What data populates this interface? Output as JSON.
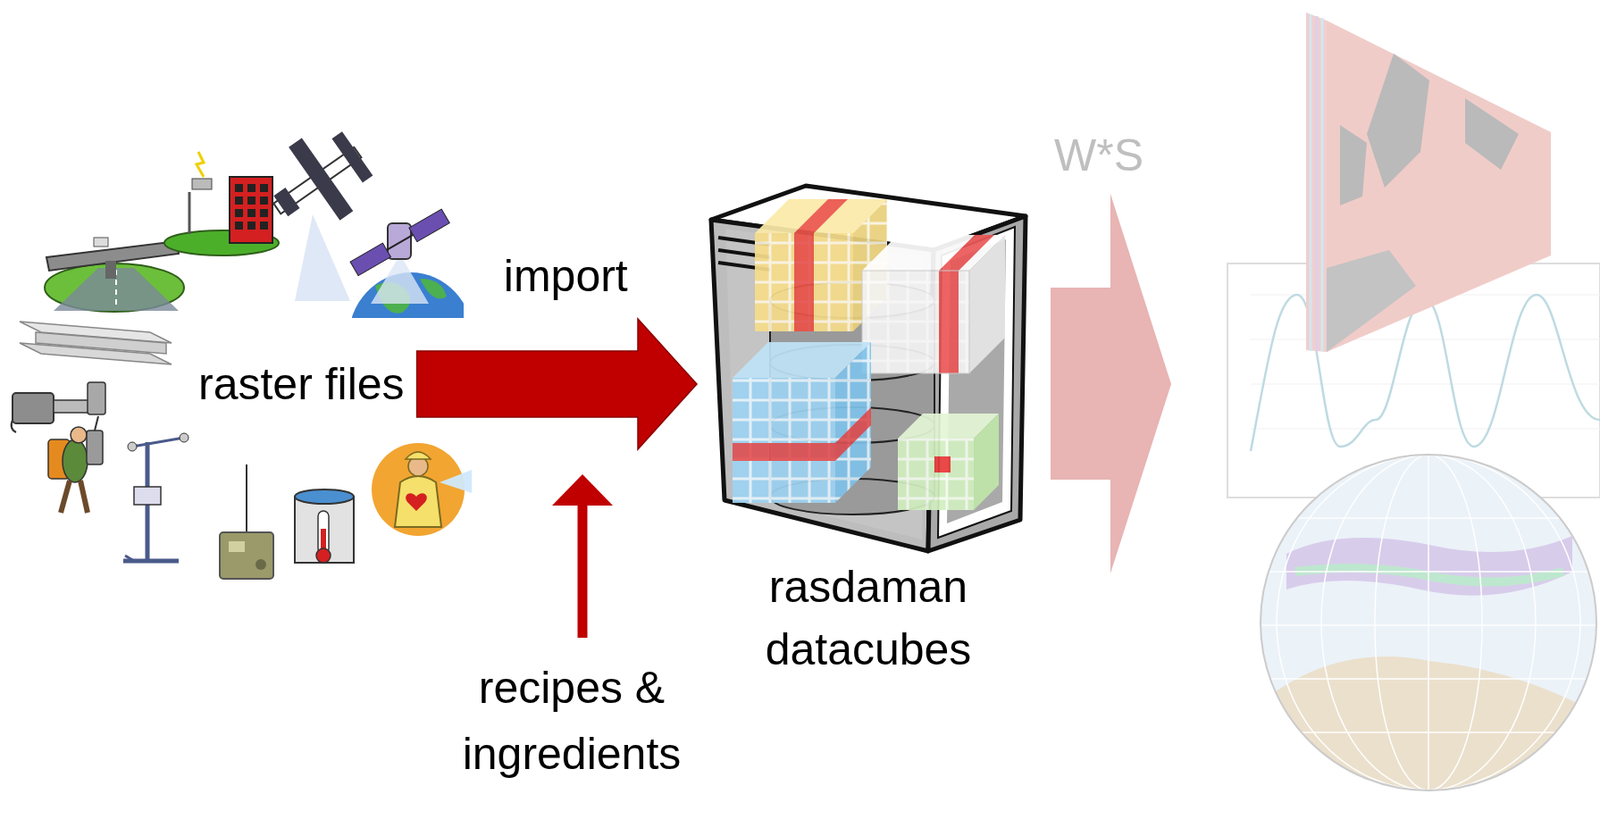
{
  "diagram": {
    "nodes": [
      {
        "text": [
          "raster files"
        ]
      },
      {
        "text": [
          "rasdaman datacubes"
        ]
      }
    ],
    "edges": [
      {
        "from": 0,
        "to": 1,
        "arrow": "to",
        "label": "import"
      }
    ],
    "labels": [
      "recipes & ingredients",
      "W*S"
    ]
  }
}
